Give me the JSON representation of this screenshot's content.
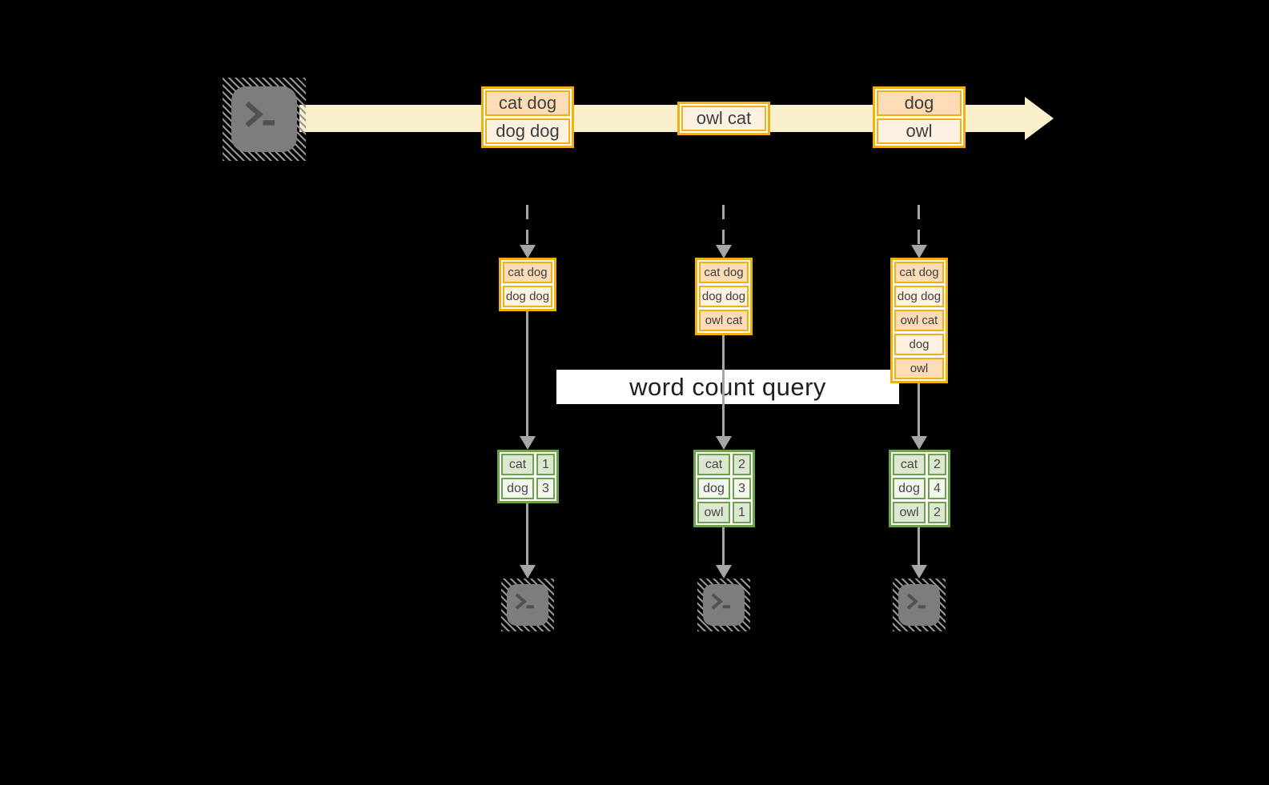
{
  "query_label": "word count query",
  "stream": {
    "events": [
      {
        "cells": [
          "cat dog",
          "dog dog"
        ]
      },
      {
        "cells": [
          "owl cat"
        ]
      },
      {
        "cells": [
          "dog",
          "owl"
        ]
      }
    ]
  },
  "columns": [
    {
      "buffer": [
        "cat dog",
        "dog dog"
      ],
      "counts": [
        {
          "word": "cat",
          "count": "1"
        },
        {
          "word": "dog",
          "count": "3"
        }
      ]
    },
    {
      "buffer": [
        "cat dog",
        "dog dog",
        "owl cat"
      ],
      "counts": [
        {
          "word": "cat",
          "count": "2"
        },
        {
          "word": "dog",
          "count": "3"
        },
        {
          "word": "owl",
          "count": "1"
        }
      ]
    },
    {
      "buffer": [
        "cat dog",
        "dog dog",
        "owl cat",
        "dog",
        "owl"
      ],
      "counts": [
        {
          "word": "cat",
          "count": "2"
        },
        {
          "word": "dog",
          "count": "4"
        },
        {
          "word": "owl",
          "count": "2"
        }
      ]
    }
  ],
  "icons": {
    "source": "terminal-icon",
    "sinks": [
      "terminal-icon",
      "terminal-icon",
      "terminal-icon"
    ]
  },
  "colors": {
    "background": "#000000",
    "stream_band": "#FAF0CC",
    "event_border": "#F0AF13",
    "event_fill_dark": "#FBDCB7",
    "event_fill_light": "#FDF2E1",
    "table_border": "#6DA24C",
    "table_fill_dark": "#DDE8D1",
    "table_fill_light": "#F2F6ED",
    "arrow": "#A6A6A6",
    "terminal": "#7D7D7D",
    "label_bg": "#FFFFFF"
  }
}
